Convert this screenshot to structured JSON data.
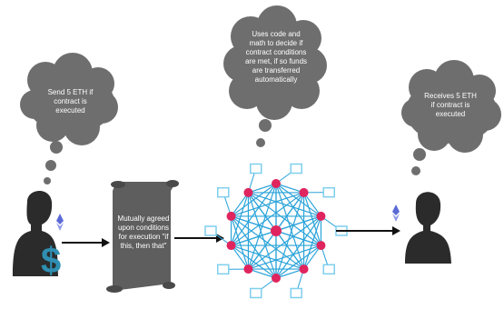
{
  "sender_thought": [
    "Send 5 ETH if",
    "contract is",
    "executed"
  ],
  "network_thought": [
    "Uses code and",
    "math to decide if",
    "contract conditions",
    "are met, if so funds",
    "are transferred",
    "automatically"
  ],
  "receiver_thought": [
    "Receives 5 ETH",
    "if contract is",
    "executed"
  ],
  "contract_text": [
    "Mutually agreed",
    "upon conditions",
    "for execution \"if",
    "this, then that\""
  ],
  "currency_symbol": "$",
  "colors": {
    "cloud": "#6e6e6e",
    "person": "#2b2b2b",
    "dollar": "#2f8fb2",
    "eth": "#5b6ad6",
    "node": "#e0245e",
    "link": "#2aa3d9",
    "device": "#7fcfee",
    "scroll": "#5e5e5e"
  },
  "icons": [
    "sender-person-icon",
    "dollar-icon",
    "eth-icon",
    "contract-scroll-icon",
    "network-icon",
    "receiver-person-icon",
    "thought-cloud-icon"
  ]
}
